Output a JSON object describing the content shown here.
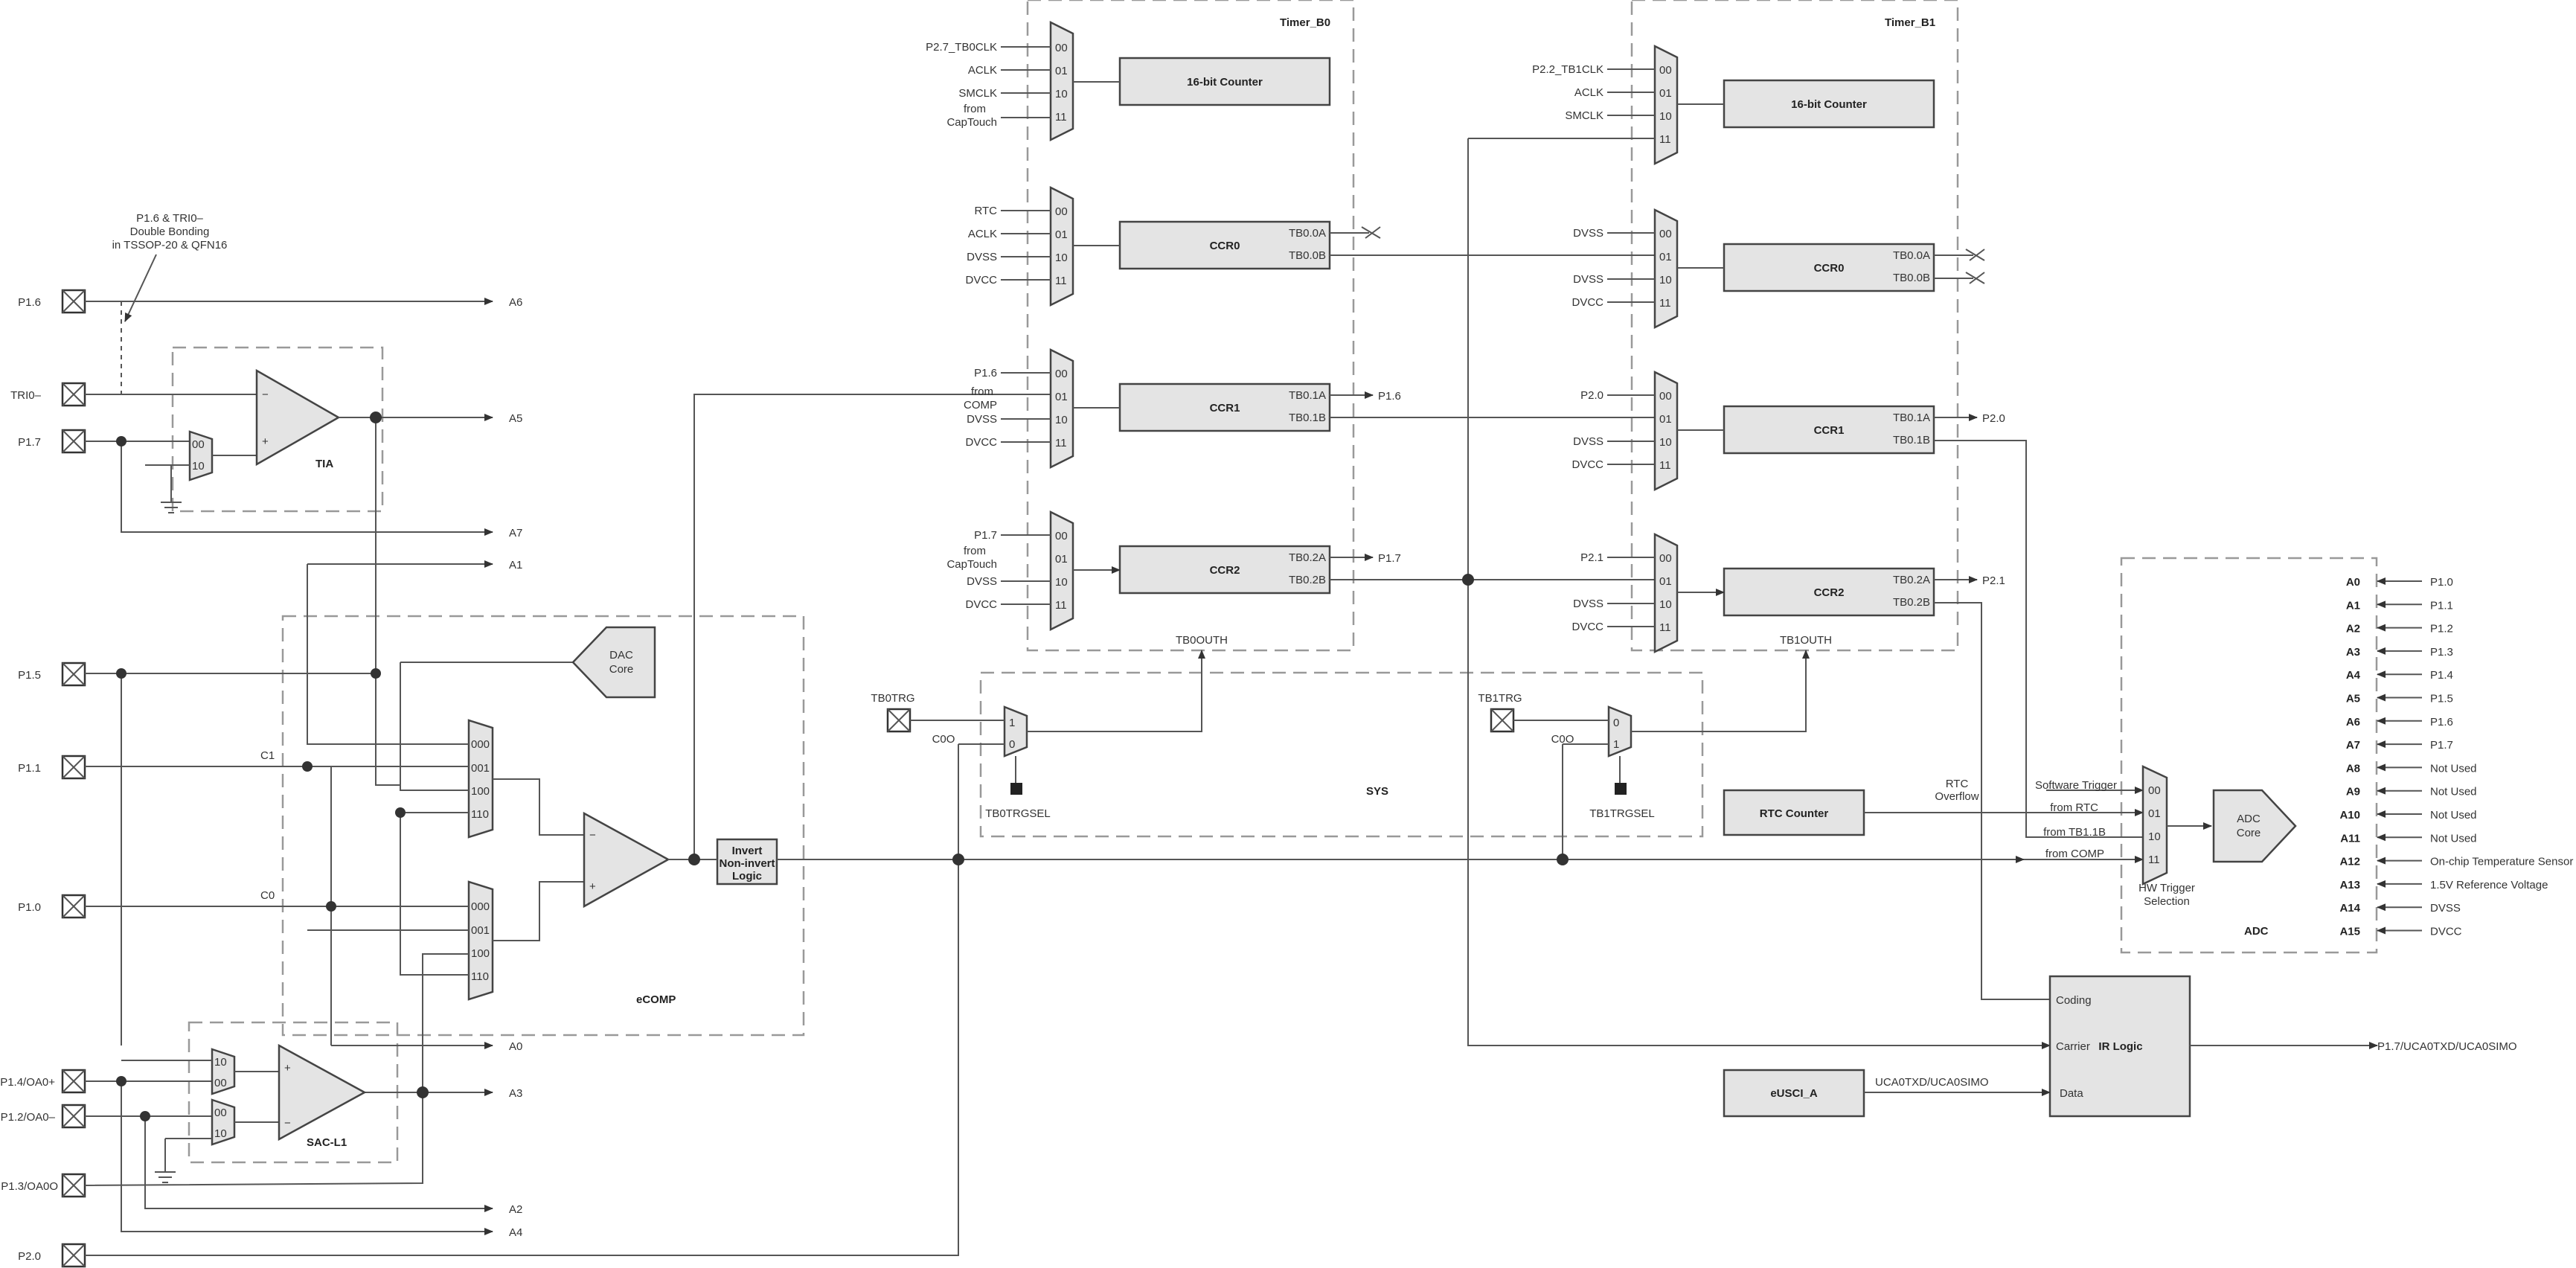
{
  "pins": {
    "p16": "P1.6",
    "tri0": "TRI0–",
    "p17": "P1.7",
    "p15": "P1.5",
    "p11": "P1.1",
    "p10": "P1.0",
    "p14": "P1.4/OA0+",
    "p12": "P1.2/OA0–",
    "p13": "P1.3/OA0O",
    "p20": "P2.0"
  },
  "bonding_note": [
    "P1.6 & TRI0–",
    "Double Bonding",
    "in TSSOP-20 & QFN16"
  ],
  "analog_out": {
    "a6": "A6",
    "a5": "A5",
    "a7": "A7",
    "a1": "A1",
    "a0": "A0",
    "a3": "A3",
    "a2": "A2",
    "a4": "A4"
  },
  "blocks": {
    "tia": "TIA",
    "sac": "SAC-L1",
    "ecomp": "eCOMP",
    "dac": [
      "DAC",
      "Core"
    ],
    "invert": [
      "Invert",
      "Non-invert",
      "Logic"
    ],
    "timer_b0": "Timer_B0",
    "timer_b1": "Timer_B1",
    "counter": "16-bit Counter",
    "ccr0": "CCR0",
    "ccr1": "CCR1",
    "ccr2": "CCR2",
    "sys": "SYS",
    "adc": "ADC",
    "adc_core": [
      "ADC",
      "Core"
    ],
    "rtc": "RTC Counter",
    "eusci": "eUSCI_A",
    "ir": "IR Logic"
  },
  "nets": {
    "c1": "C1",
    "c0": "C0",
    "c0o": "C0O",
    "tb0outh": "TB0OUTH",
    "tb1outh": "TB1OUTH",
    "tb0trg": "TB0TRG",
    "tb1trg": "TB1TRG",
    "tb0trgsel": "TB0TRGSEL",
    "tb1trgsel": "TB1TRGSEL"
  },
  "mux_codes": {
    "m2": [
      "10",
      "00"
    ],
    "m4": [
      "00",
      "01",
      "10",
      "11"
    ],
    "m3": [
      "000",
      "001",
      "100",
      "110"
    ],
    "m01": [
      "1",
      "0"
    ],
    "m10": [
      "0",
      "1"
    ]
  },
  "tb0": {
    "clk_in": [
      "P2.7_TB0CLK",
      "ACLK",
      "SMCLK",
      "from",
      "CapTouch"
    ],
    "ccr0_in": [
      "RTC",
      "ACLK",
      "DVSS",
      "DVCC"
    ],
    "ccr1_in": [
      "P1.6",
      "from",
      "COMP",
      "DVSS",
      "DVCC"
    ],
    "ccr2_in": [
      "P1.7",
      "from",
      "CapTouch",
      "DVSS",
      "DVCC"
    ],
    "out": [
      "TB0.0A",
      "TB0.0B",
      "TB0.1A",
      "TB0.1B",
      "TB0.2A",
      "TB0.2B"
    ],
    "pinout": [
      "P1.6",
      "P1.7"
    ]
  },
  "tb1": {
    "clk_in": [
      "P2.2_TB1CLK",
      "ACLK",
      "SMCLK"
    ],
    "ccr0_in": [
      "DVSS",
      "DVSS",
      "DVCC"
    ],
    "ccr1_in": [
      "P2.0",
      "DVSS",
      "DVCC"
    ],
    "ccr2_in": [
      "P2.1",
      "DVSS",
      "DVCC"
    ],
    "out": [
      "TB0.0A",
      "TB0.0B",
      "TB0.1A",
      "TB0.1B",
      "TB0.2A",
      "TB0.2B"
    ],
    "pinout": [
      "P2.0",
      "P2.1"
    ]
  },
  "adc_trig": {
    "labels": [
      "Software Trigger",
      "from RTC",
      "from TB1.1B",
      "from COMP"
    ],
    "hw": [
      "HW Trigger",
      "Selection"
    ],
    "rtc_ovf": [
      "RTC",
      "Overflow"
    ]
  },
  "adc_channels": [
    [
      "A0",
      "P1.0"
    ],
    [
      "A1",
      "P1.1"
    ],
    [
      "A2",
      "P1.2"
    ],
    [
      "A3",
      "P1.3"
    ],
    [
      "A4",
      "P1.4"
    ],
    [
      "A5",
      "P1.5"
    ],
    [
      "A6",
      "P1.6"
    ],
    [
      "A7",
      "P1.7"
    ],
    [
      "A8",
      "Not Used"
    ],
    [
      "A9",
      "Not Used"
    ],
    [
      "A10",
      "Not Used"
    ],
    [
      "A11",
      "Not Used"
    ],
    [
      "A12",
      "On-chip Temperature Sensor"
    ],
    [
      "A13",
      "1.5V Reference Voltage"
    ],
    [
      "A14",
      "DVSS"
    ],
    [
      "A15",
      "DVCC"
    ]
  ],
  "ir": {
    "coding": "Coding",
    "carrier": "Carrier",
    "data": "Data",
    "uart": "UCA0TXD/UCA0SIMO",
    "out": "P1.7/UCA0TXD/UCA0SIMO"
  }
}
